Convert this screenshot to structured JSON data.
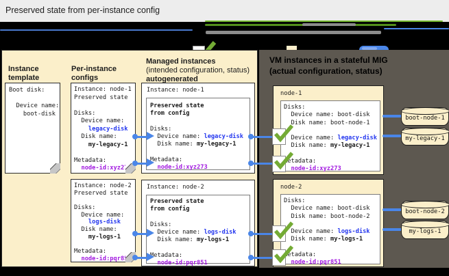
{
  "title": "Preserved state from per-instance config",
  "colors": {
    "accent_blue": "#4a86e8",
    "value_blue": "#2336ef",
    "value_magenta": "#a21ae0",
    "check_green": "#74ab35",
    "panel_cream": "#fbefca",
    "panel_dark": "#5d5850"
  },
  "column_headers": {
    "template": "Instance template",
    "per_instance": "Per-instance configs",
    "managed_l1": "Managed instances",
    "managed_l2": "(intended configuration, status)",
    "managed_l3": "autogenerated"
  },
  "right_header": {
    "l1": "VM instances in a stateful MIG",
    "l2": "(actual configuration, status)"
  },
  "cards": {
    "template": {
      "lines": [
        [
          [
            "Boot disk:",
            "p"
          ]
        ],
        [],
        [
          [
            "  Device name:",
            "p"
          ]
        ],
        [
          [
            "    boot-disk",
            "p"
          ]
        ]
      ]
    },
    "per1": {
      "lines": [
        [
          [
            "Instance: node-1",
            "p"
          ]
        ],
        [
          [
            "Preserved state",
            "p"
          ]
        ],
        [],
        [
          [
            "Disks:",
            "p"
          ]
        ],
        [
          [
            "  Device name:",
            "p"
          ]
        ],
        [
          [
            "    ",
            "p"
          ],
          [
            "legacy-disk",
            "blue"
          ]
        ],
        [
          [
            "  Disk name:",
            "p"
          ]
        ],
        [
          [
            "    ",
            "p"
          ],
          [
            "my-legacy-1",
            "b"
          ]
        ],
        [],
        [
          [
            "Metadata:",
            "p"
          ]
        ],
        [
          [
            "  ",
            "p"
          ],
          [
            "node-id:xyz273",
            "mag"
          ]
        ]
      ]
    },
    "per2": {
      "lines": [
        [
          [
            "Instance: node-2",
            "p"
          ]
        ],
        [
          [
            "Preserved state",
            "p"
          ]
        ],
        [],
        [
          [
            "Disks:",
            "p"
          ]
        ],
        [
          [
            "  Device name:",
            "p"
          ]
        ],
        [
          [
            "    ",
            "p"
          ],
          [
            "logs-disk",
            "blue"
          ]
        ],
        [
          [
            "  Disk name:",
            "p"
          ]
        ],
        [
          [
            "    ",
            "p"
          ],
          [
            "my-logs-1",
            "b"
          ]
        ],
        [],
        [
          [
            "Metadata:",
            "p"
          ]
        ],
        [
          [
            "  ",
            "p"
          ],
          [
            "node-id:pqr851",
            "mag"
          ]
        ]
      ]
    },
    "managed1": {
      "title_line": "Instance: node-1",
      "lines": [
        [
          [
            "Preserved state",
            "b"
          ]
        ],
        [
          [
            "from config",
            "b"
          ]
        ],
        [],
        [
          [
            "Disks:",
            "p"
          ]
        ],
        [
          [
            "  Device name: ",
            "p"
          ],
          [
            "legacy-disk",
            "blue"
          ]
        ],
        [
          [
            "  Disk name: ",
            "p"
          ],
          [
            "my-legacy-1",
            "b"
          ]
        ],
        [],
        [
          [
            "Metadata:",
            "p"
          ]
        ],
        [
          [
            "  ",
            "p"
          ],
          [
            "node-id:xyz273",
            "mag"
          ]
        ]
      ]
    },
    "managed2": {
      "title_line": "Instance: node-2",
      "lines": [
        [
          [
            "Preserved state",
            "b"
          ]
        ],
        [
          [
            "from config",
            "b"
          ]
        ],
        [],
        [
          [
            "Disks:",
            "p"
          ]
        ],
        [
          [
            "  Device name: ",
            "p"
          ],
          [
            "logs-disk",
            "blue"
          ]
        ],
        [
          [
            "  Disk name: ",
            "p"
          ],
          [
            "my-logs-1",
            "b"
          ]
        ],
        [],
        [
          [
            "Metadata:",
            "p"
          ]
        ],
        [
          [
            "  ",
            "p"
          ],
          [
            "node-id:pqr851",
            "mag"
          ]
        ]
      ]
    },
    "node1": {
      "label": "node-1",
      "lines": [
        [
          [
            "Disks:",
            "p"
          ]
        ],
        [
          [
            "  Device name: boot-disk",
            "p"
          ]
        ],
        [
          [
            "  Disk name: boot-node-1",
            "p"
          ]
        ],
        [],
        [
          [
            "  Device name: ",
            "p"
          ],
          [
            "legacy-disk",
            "blue"
          ]
        ],
        [
          [
            "  Disk name: ",
            "p"
          ],
          [
            "my-legacy-1",
            "b"
          ]
        ],
        [],
        [
          [
            "Metadata:",
            "p"
          ]
        ],
        [
          [
            "  ",
            "p"
          ],
          [
            "node-id:xyz273",
            "mag"
          ]
        ]
      ]
    },
    "node2": {
      "label": "node-2",
      "lines": [
        [
          [
            "Disks:",
            "p"
          ]
        ],
        [
          [
            "  Device name: boot-disk",
            "p"
          ]
        ],
        [
          [
            "  Disk name: boot-node-2",
            "p"
          ]
        ],
        [],
        [
          [
            "  Device name: ",
            "p"
          ],
          [
            "logs-disk",
            "blue"
          ]
        ],
        [
          [
            "  Disk name: ",
            "p"
          ],
          [
            "my-logs-1",
            "b"
          ]
        ],
        [],
        [
          [
            "Metadata:",
            "p"
          ]
        ],
        [
          [
            "  ",
            "p"
          ],
          [
            "node-id:pqr851",
            "mag"
          ]
        ]
      ]
    }
  },
  "disks": {
    "node1": [
      "boot-node-1",
      "my-legacy-1"
    ],
    "node2": [
      "boot-node-2",
      "my-logs-1"
    ]
  }
}
